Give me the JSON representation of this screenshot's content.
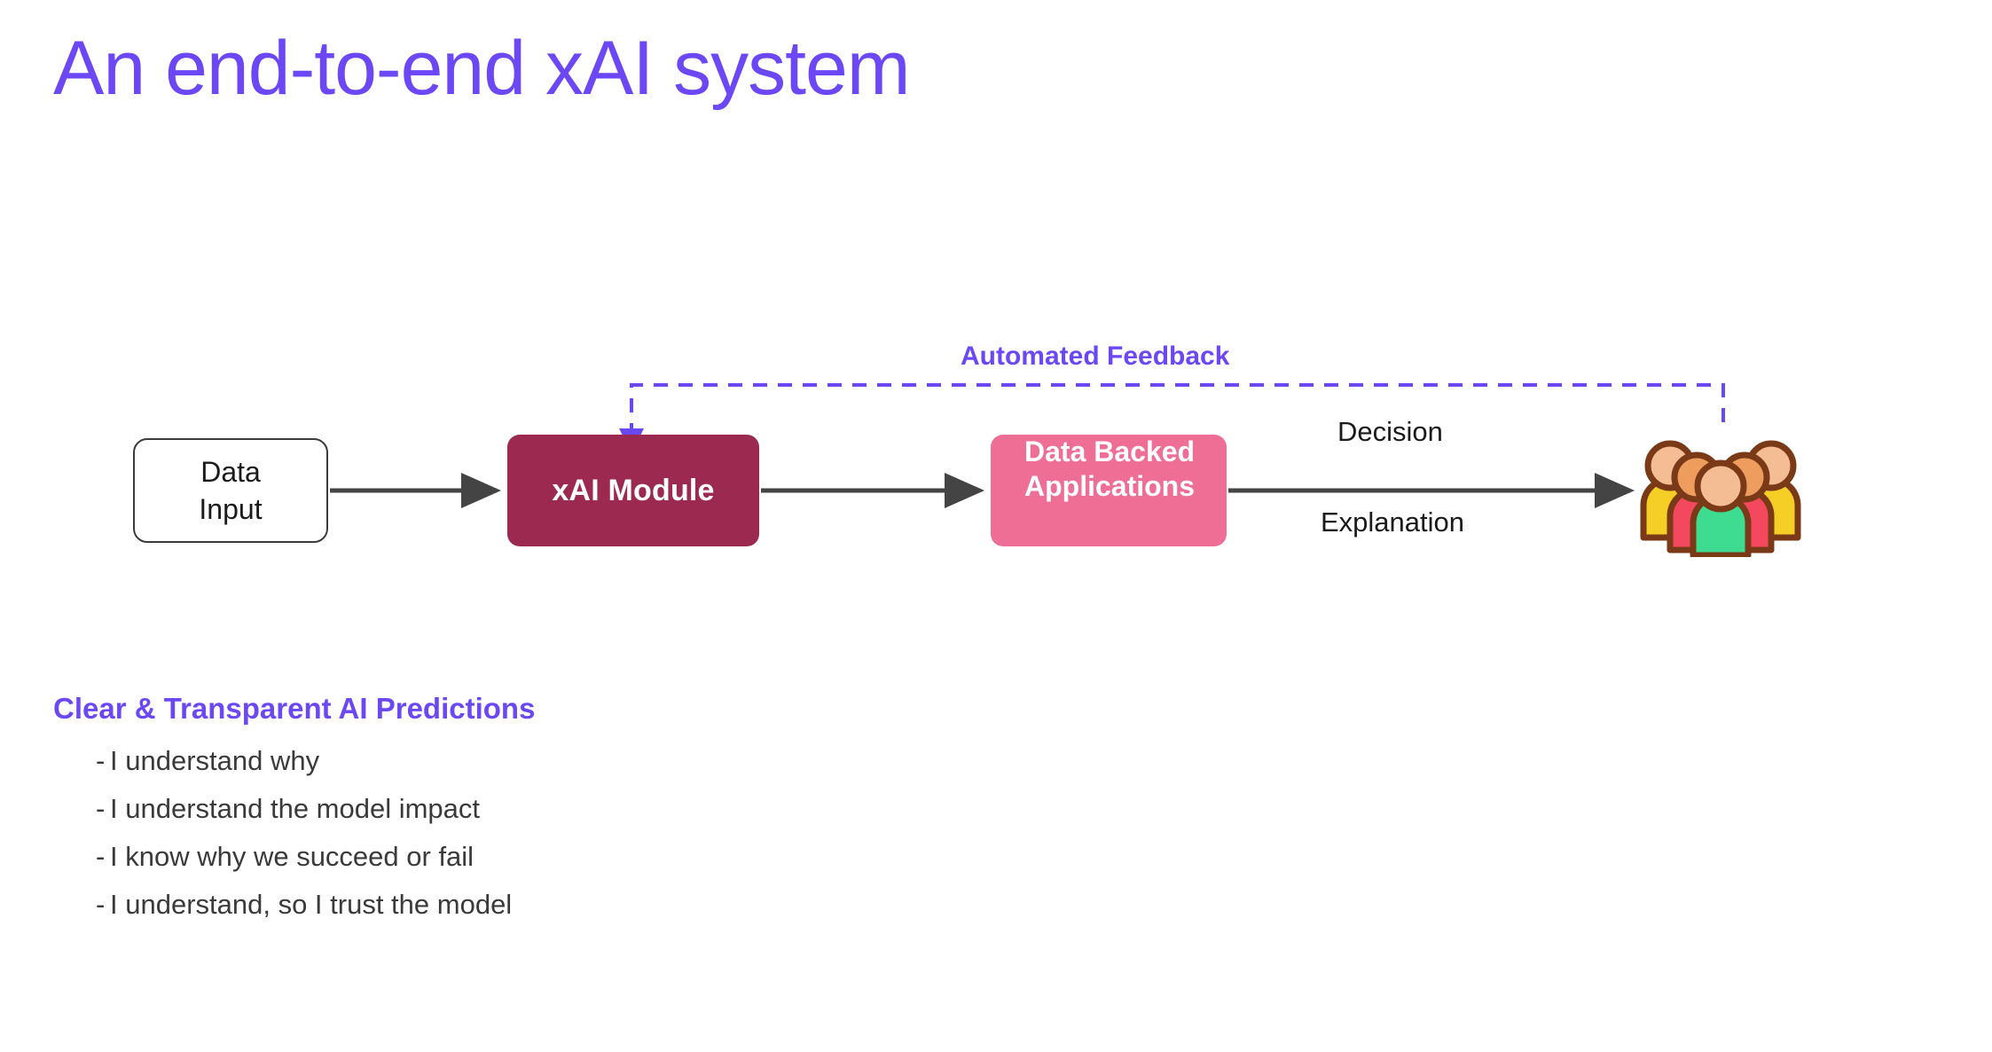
{
  "slide": {
    "title": "An end-to-end xAI system"
  },
  "colors": {
    "accent_purple": "#6b47f5",
    "xai_module_maroon": "#9c2950",
    "data_backed_pink": "#ee6e95",
    "arrow_gray": "#444444",
    "body_text": "#3a3a3a"
  },
  "diagram": {
    "nodes": [
      {
        "id": "data-input",
        "label_line1": "Data",
        "label_line2": "Input"
      },
      {
        "id": "xai-module",
        "label": "xAI Module"
      },
      {
        "id": "data-backed-applications",
        "label_line1": "Data Backed",
        "label_line2": "Applications"
      },
      {
        "id": "audience",
        "icon": "people-group-icon"
      }
    ],
    "edge_labels": {
      "decision": "Decision",
      "explanation": "Explanation",
      "automated_feedback": "Automated Feedback"
    }
  },
  "bullets": {
    "heading": "Clear & Transparent AI Predictions",
    "marker": "-",
    "items": [
      "I understand why",
      "I understand the model impact",
      "I know why we succeed or fail",
      "I understand, so I trust the model"
    ]
  }
}
